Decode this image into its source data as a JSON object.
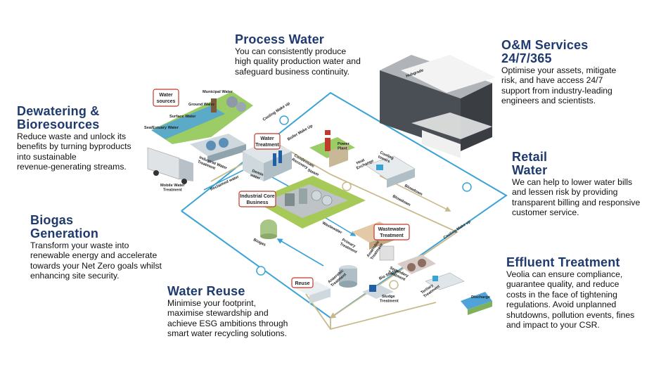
{
  "colors": {
    "heading": "#1f3a6e",
    "flow_blue": "#3aa3d6",
    "flow_tan": "#c9b98a",
    "grass": "#a7c957",
    "callout_border": "#c0392b"
  },
  "sections": {
    "process_water": {
      "title": "Process Water",
      "body": [
        "You can consistently produce",
        "high quality production water and",
        "safeguard business continuity."
      ]
    },
    "om_services": {
      "title": [
        "O&M Services",
        "24/7/365"
      ],
      "body": [
        "Optimise your assets, mitigate",
        "risk, and have access 24/7",
        "support from industry-leading",
        "engineers and scientists."
      ]
    },
    "dewatering": {
      "title": [
        "Dewatering &",
        "Bioresources"
      ],
      "body": [
        "Reduce waste and unlock its",
        "benefits by turning byproducts",
        "into sustainable",
        "revenue-generating streams."
      ]
    },
    "retail_water": {
      "title": [
        "Retail",
        "Water"
      ],
      "body": [
        "We can help to lower water bills",
        "and lessen risk by providing",
        "transparent billing and responsive",
        "customer service."
      ]
    },
    "biogas": {
      "title": [
        "Biogas",
        "Generation"
      ],
      "body": [
        "Transform your waste into",
        "renewable energy and accelerate",
        "towards your Net Zero goals whilst",
        "enhancing site security."
      ]
    },
    "effluent": {
      "title": "Effluent Treatment",
      "body": [
        "Veolia can ensure compliance,",
        "guarantee quality, and reduce",
        "costs in the face of tightening",
        "regulations. Avoid unplanned",
        "shutdowns, pollution events, fines",
        "and impact to your CSR."
      ]
    },
    "water_reuse": {
      "title": "Water Reuse",
      "body": [
        "Minimise your footprint,",
        "maximise stewardship and",
        "achieve ESG ambitions through",
        "smart water recycling solutions."
      ]
    }
  },
  "diagram": {
    "callouts": {
      "water_sources": [
        "Water",
        "sources"
      ],
      "water_treatment": [
        "Water",
        "Treatment"
      ],
      "industrial_core": [
        "Industrial Core",
        "Business"
      ],
      "wastewater_treatment": [
        "Wastewater",
        "Treatment"
      ],
      "reuse": "Reuse"
    },
    "labels": {
      "municipal_water": "Municipal Water",
      "ground_water": "Ground Water",
      "surface_water": "Surface Water",
      "sea_estuary_water": "Sea/Estuary Water",
      "industrial_water_treatment": [
        "Industrial Water",
        "Treatment"
      ],
      "mobile_water_treatment": [
        "Mobile Water",
        "Treatment"
      ],
      "demin_water": [
        "Demin",
        "water"
      ],
      "reclaimed_water": "Reclaimed water",
      "cooling_make_up_top": "Cooling Make up",
      "boiler_make_up": "Boiler Make Up",
      "condensate_recovery": [
        "Condensate",
        "Recovery"
      ],
      "steam": "Steam",
      "power_plant": [
        "Power",
        "Plant"
      ],
      "heat_exchange": [
        "Heat",
        "Exchange"
      ],
      "cooling_towers": [
        "Cooling",
        "towers"
      ],
      "blowdown_1": "Blowdown",
      "blowdown_2": "Blowdown",
      "cooling_make_up_right": "Cooling Make up",
      "wastewater": "Wastewater",
      "primary_treatment": [
        "Primary",
        "Treatment"
      ],
      "anaerobic_treatment": [
        "Anaerobic",
        "Treatment"
      ],
      "secondary_treatment": [
        "Secondary",
        "Treatment"
      ],
      "biogas": "Biogas",
      "aerobic_treatment": [
        "Anaerobic",
        "Treatment"
      ],
      "bio_sludge": "Bio Sludge",
      "sludge_treatment": [
        "Sludge",
        "Treatment"
      ],
      "tertiary_treatment": [
        "Tertiary",
        "Treatment"
      ],
      "discharge": "Discharge",
      "hubgrade": "Hubgrade"
    }
  }
}
